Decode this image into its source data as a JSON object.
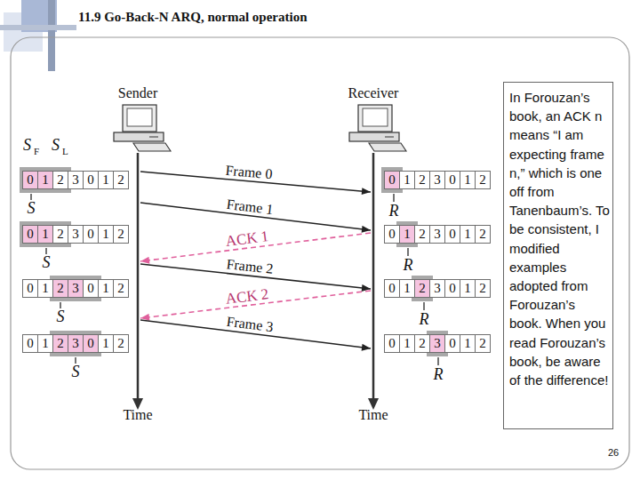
{
  "diagram": {
    "title": "11.9 Go-Back-N ARQ, normal operation",
    "nodes": [
      {
        "text": [
          "Sender",
          "Time"
        ]
      },
      {
        "text": [
          "Receiver",
          "Time"
        ]
      },
      {
        "text": [
          "In Forouzan’s book, an ACK n means “I am expecting frame n,” which is one off from Tanenbaum’s. To be consistent, I modified examples adopted from Forouzan’s book. When you read Forouzan’s book, be aware of the difference!"
        ]
      }
    ],
    "edges": [
      {
        "from": 0,
        "to": 1,
        "label": "Frame 0",
        "arrow": "to"
      },
      {
        "from": 0,
        "to": 1,
        "label": "Frame 1",
        "arrow": "to"
      },
      {
        "from": 1,
        "to": 0,
        "label": "ACK 1",
        "arrow": "to"
      },
      {
        "from": 0,
        "to": 1,
        "label": "Frame 2",
        "arrow": "to"
      },
      {
        "from": 1,
        "to": 0,
        "label": "ACK 2",
        "arrow": "to"
      },
      {
        "from": 0,
        "to": 1,
        "label": "Frame 3",
        "arrow": "to"
      }
    ],
    "labels": [
      "S",
      "F",
      "S",
      "L",
      "0",
      "1",
      "2",
      "3",
      "0",
      "1",
      "2",
      "0",
      "1",
      "2",
      "3",
      "0",
      "1",
      "2",
      "0",
      "1",
      "2",
      "3",
      "0",
      "1",
      "2",
      "0",
      "1",
      "2",
      "3",
      "0",
      "1",
      "2",
      "S",
      "S",
      "S",
      "S",
      "0",
      "1",
      "2",
      "3",
      "0",
      "1",
      "2",
      "0",
      "1",
      "2",
      "3",
      "0",
      "1",
      "2",
      "0",
      "1",
      "2",
      "3",
      "0",
      "1",
      "2",
      "0",
      "1",
      "2",
      "3",
      "0",
      "1",
      "2",
      "R",
      "R",
      "R",
      "R",
      "26"
    ]
  }
}
